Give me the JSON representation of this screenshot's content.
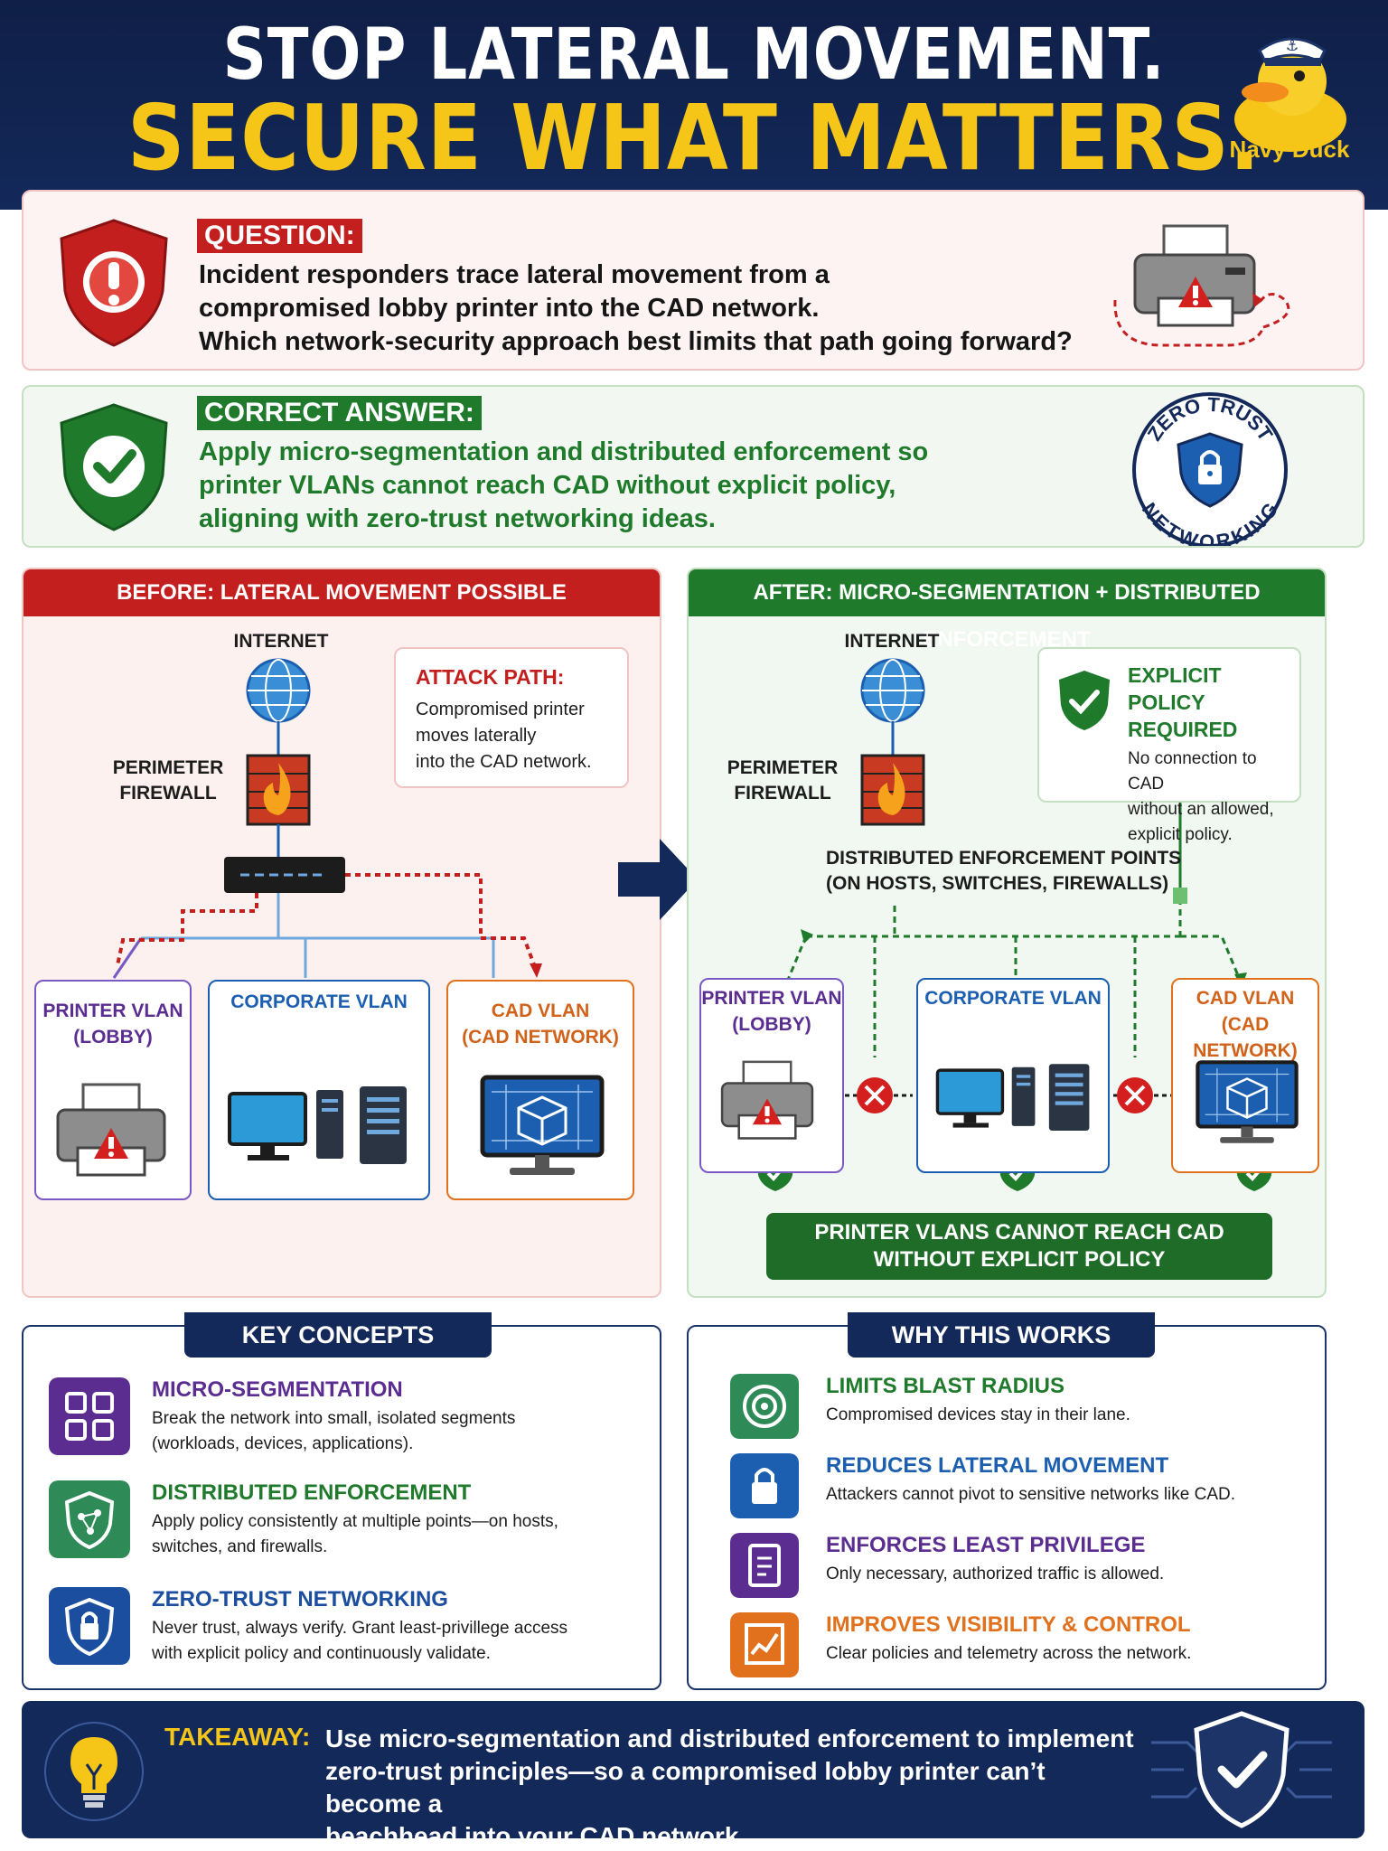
{
  "header": {
    "line1": "STOP LATERAL MOVEMENT.",
    "line2": "SECURE WHAT MATTERS.",
    "brand": "Navy Duck"
  },
  "question": {
    "tag": "QUESTION:",
    "lines": [
      "Incident responders trace lateral movement from a",
      "compromised lobby printer into the CAD network.",
      "Which network-security approach best limits that path going forward?"
    ]
  },
  "answer": {
    "tag": "CORRECT ANSWER:",
    "lines": [
      "Apply micro-segmentation and distributed enforcement so",
      "printer VLANs cannot reach CAD without explicit policy,",
      "aligning with zero-trust networking ideas."
    ],
    "badge_top": "ZERO TRUST",
    "badge_bottom": "NETWORKING"
  },
  "before": {
    "title": "BEFORE: LATERAL MOVEMENT POSSIBLE",
    "internet": "INTERNET",
    "firewall": [
      "PERIMETER",
      "FIREWALL"
    ],
    "attack_title": "ATTACK PATH:",
    "attack_lines": [
      "Compromised printer",
      "moves laterally",
      "into the CAD network."
    ],
    "printer_vlan": [
      "PRINTER VLAN",
      "(LOBBY)"
    ],
    "corp_vlan": "CORPORATE VLAN",
    "cad_vlan": [
      "CAD VLAN",
      "(CAD NETWORK)"
    ]
  },
  "after": {
    "title": "AFTER: MICRO-SEGMENTATION + DISTRIBUTED ENFORCEMENT",
    "internet": "INTERNET",
    "firewall": [
      "PERIMETER",
      "FIREWALL"
    ],
    "policy_title": [
      "EXPLICIT POLICY",
      "REQUIRED"
    ],
    "policy_lines": [
      "No connection to CAD",
      "without an allowed,",
      "explicit policy."
    ],
    "enforcement": [
      "DISTRIBUTED ENFORCEMENT POINTS",
      "(ON HOSTS, SWITCHES, FIREWALLS)"
    ],
    "printer_vlan": [
      "PRINTER VLAN",
      "(LOBBY)"
    ],
    "corp_vlan": "CORPORATE VLAN",
    "cad_vlan": [
      "CAD VLAN",
      "(CAD NETWORK)"
    ],
    "banner": [
      "PRINTER VLANS CANNOT REACH CAD",
      "WITHOUT EXPLICIT POLICY"
    ]
  },
  "key_concepts": {
    "title": "KEY CONCEPTS",
    "items": [
      {
        "title": "MICRO-SEGMENTATION",
        "lines": [
          "Break the network into small, isolated segments",
          "(workloads, devices, applications)."
        ],
        "color": "#5b2d91",
        "icon": "grid-icon"
      },
      {
        "title": "DISTRIBUTED ENFORCEMENT",
        "lines": [
          "Apply policy consistently at multiple points—on hosts,",
          "switches, and firewalls."
        ],
        "color": "#1f7a2c",
        "icon": "shield-network-icon"
      },
      {
        "title": "ZERO-TRUST NETWORKING",
        "lines": [
          "Never trust, always verify. Grant least-privillege access",
          "with explicit policy and continuously validate."
        ],
        "color": "#1c4ea0",
        "icon": "lock-shield-icon"
      }
    ]
  },
  "why": {
    "title": "WHY THIS WORKS",
    "items": [
      {
        "title": "LIMITS BLAST RADIUS",
        "line": "Compromised devices stay in their lane.",
        "color": "#1f7a2c",
        "icon": "target-icon"
      },
      {
        "title": "REDUCES LATERAL MOVEMENT",
        "line": "Attackers cannot pivot to sensitive networks like CAD.",
        "color": "#1c5fb0",
        "icon": "lock-icon"
      },
      {
        "title": "ENFORCES LEAST PRIVILEGE",
        "line": "Only necessary, authorized traffic is allowed.",
        "color": "#5b2d91",
        "icon": "checklist-icon"
      },
      {
        "title": "IMPROVES VISIBILITY & CONTROL",
        "line": "Clear policies and telemetry across the network.",
        "color": "#e2711d",
        "icon": "chart-icon"
      }
    ]
  },
  "takeaway": {
    "label": "TAKEAWAY:",
    "lines": [
      "Use micro-segmentation and distributed enforcement to implement",
      "zero-trust principles—so a compromised lobby printer can’t become a",
      "beachhead into your CAD network."
    ]
  },
  "colors": {
    "navy": "#13295a",
    "red": "#c41f1f",
    "green": "#1f7a2c",
    "gold": "#f5c518",
    "purple": "#5b2d91",
    "blue": "#1c5fb0",
    "orange": "#e2711d"
  }
}
